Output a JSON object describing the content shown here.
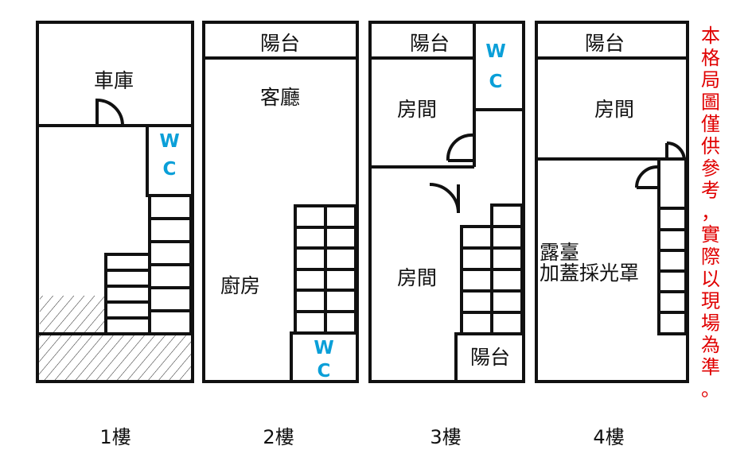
{
  "floors": [
    {
      "label": "1樓",
      "rooms": {
        "garage": "車庫",
        "wc_w": "W",
        "wc_c": "C"
      }
    },
    {
      "label": "2樓",
      "rooms": {
        "balcony": "陽台",
        "living": "客廳",
        "kitchen": "廚房",
        "wc_w": "W",
        "wc_c": "C"
      }
    },
    {
      "label": "3樓",
      "rooms": {
        "balcony_top": "陽台",
        "room_top": "房間",
        "room_bottom": "房間",
        "balcony_bottom": "陽台",
        "wc_w": "W",
        "wc_c": "C"
      }
    },
    {
      "label": "4樓",
      "rooms": {
        "balcony": "陽台",
        "room": "房間",
        "terrace_line1": "露臺",
        "terrace_line2": "加蓋採光罩"
      }
    }
  ],
  "note": [
    "本",
    "格",
    "局",
    "圖",
    "僅",
    "供",
    "參",
    "考",
    "，",
    "實",
    "際",
    "以",
    "現",
    "場",
    "為",
    "準",
    "。"
  ],
  "colors": {
    "wall": "#111111",
    "wc": "#0a9fd8",
    "note": "#e00000"
  }
}
